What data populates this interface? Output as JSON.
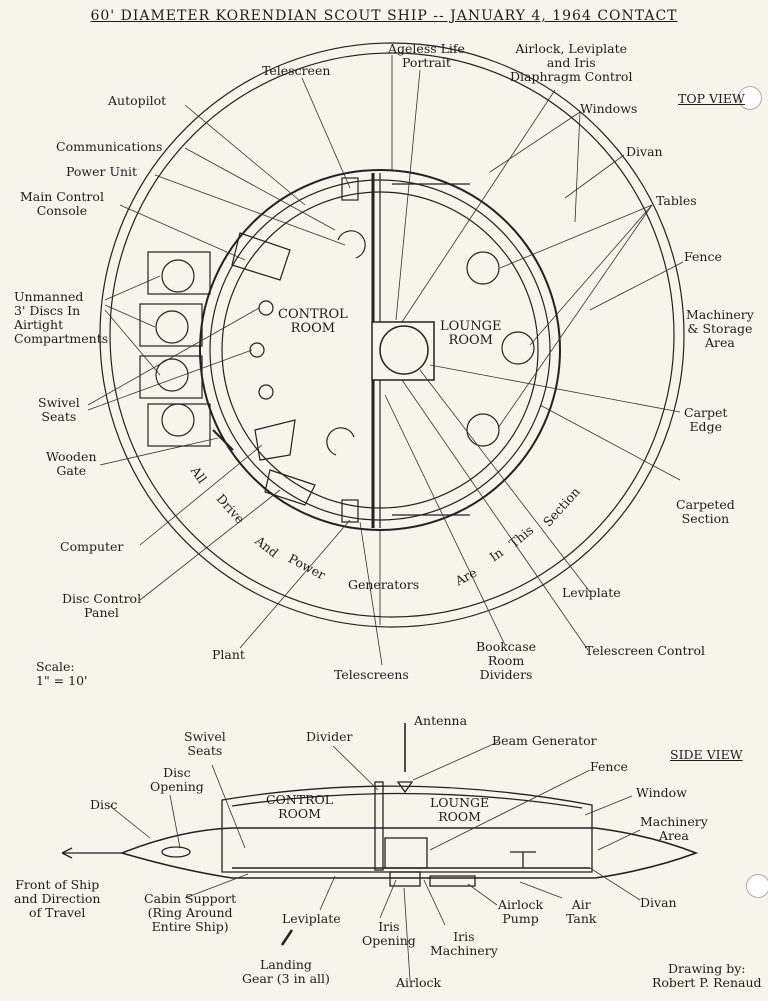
{
  "title": "60' DIAMETER KORENDIAN SCOUT SHIP -- JANUARY 4, 1964 CONTACT",
  "top_view": {
    "heading": "TOP VIEW",
    "rooms": {
      "control": "CONTROL\nROOM",
      "lounge": "LOUNGE\nROOM"
    },
    "arc_text": [
      "All",
      "Drive",
      "And",
      "Power",
      "Generators",
      "Are",
      "In",
      "This",
      "Section"
    ],
    "labels": {
      "telescreen": "Telescreen",
      "ageless": "Ageless Life\nPortrait",
      "airlock_control": "Airlock, Leviplate\nand Iris\nDiaphragm Control",
      "autopilot": "Autopilot",
      "windows": "Windows",
      "communications": "Communications",
      "power_unit": "Power Unit",
      "divan": "Divan",
      "main_console": "Main Control\nConsole",
      "tables": "Tables",
      "fence": "Fence",
      "unmanned": "Unmanned\n3' Discs In\nAirtight\nCompartments",
      "machinery": "Machinery\n& Storage\nArea",
      "swivel": "Swivel\nSeats",
      "carpet_edge": "Carpet\nEdge",
      "wooden_gate": "Wooden\nGate",
      "carpeted": "Carpeted\nSection",
      "computer": "Computer",
      "disc_panel": "Disc Control\nPanel",
      "leviplate": "Leviplate",
      "plant": "Plant",
      "bookcase": "Bookcase\nRoom\nDividers",
      "telescreen_control": "Telescreen Control",
      "telescreens": "Telescreens",
      "scale": "Scale:\n1\" = 10'"
    }
  },
  "side_view": {
    "heading": "SIDE VIEW",
    "rooms": {
      "control": "CONTROL\nROOM",
      "lounge": "LOUNGE\nROOM"
    },
    "labels": {
      "antenna": "Antenna",
      "swivel": "Swivel\nSeats",
      "divider": "Divider",
      "beam": "Beam Generator",
      "disc_opening": "Disc\nOpening",
      "fence": "Fence",
      "disc": "Disc",
      "window": "Window",
      "machinery": "Machinery\nArea",
      "front": "Front of Ship\nand Direction\nof Travel",
      "cabin_support": "Cabin Support\n(Ring Around\nEntire Ship)",
      "leviplate": "Leviplate",
      "iris_opening": "Iris\nOpening",
      "iris_machinery": "Iris\nMachinery",
      "airlock_pump": "Airlock\nPump",
      "air_tank": "Air\nTank",
      "divan": "Divan",
      "landing_gear": "Landing\nGear (3 in all)",
      "airlock": "Airlock",
      "credit": "Drawing by:\nRobert P. Renaud"
    }
  }
}
